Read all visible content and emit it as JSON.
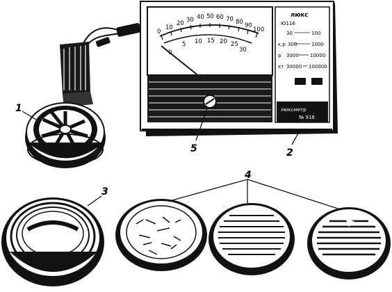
{
  "callouts": {
    "sensor": "1",
    "meter": "2",
    "ring": "3",
    "filters": "4",
    "corrector": "5"
  },
  "meter": {
    "scale_upper": [
      "0",
      "10",
      "20",
      "30",
      "40",
      "50",
      "60",
      "70",
      "80",
      "90",
      "100"
    ],
    "scale_lower": [
      "0",
      "5",
      "10",
      "15",
      "20",
      "25",
      "30"
    ],
    "panel_title": "люкс",
    "panel_subtitle": "Ю116",
    "ranges": [
      "30",
      "100",
      "300",
      "1000",
      "3000",
      "10000",
      "30000",
      "100000"
    ],
    "range_prefixes": [
      "к,р",
      "р",
      "кт"
    ],
    "brand": "люксметр",
    "serial": "№ 918"
  }
}
